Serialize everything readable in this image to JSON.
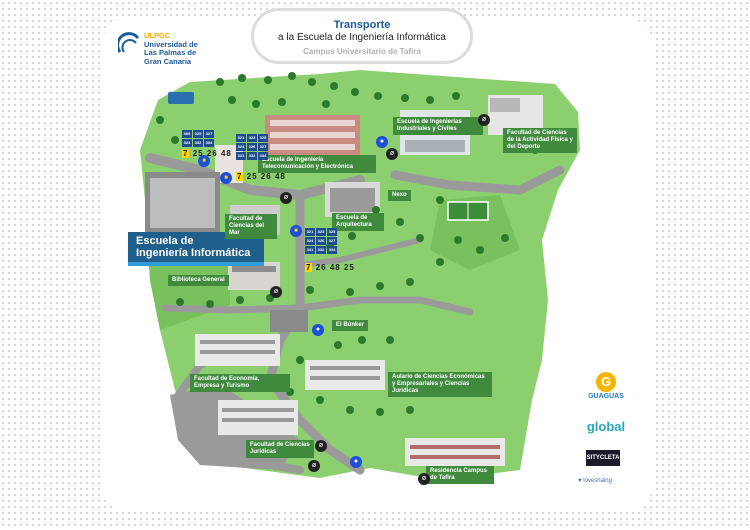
{
  "header": {
    "title": "Transporte",
    "subtitle": "a la Escuela de Ingeniería Informática",
    "campus": "Campus Universitario de Tafira"
  },
  "logo": {
    "acronym": "ULPGC",
    "line1": "Universidad de",
    "line2": "Las Palmas de",
    "line3": "Gran Canaria"
  },
  "main_building": {
    "line1": "Escuela de",
    "line2": "Ingeniería Informática"
  },
  "buildings": {
    "telecom": "Escuela de Ingeniería Telecomunicación y Electrónica",
    "industriales": "Escuela de Ingenierías Industriales y Civiles",
    "actividad_fisica": "Facultad de Ciencias de la Actividad Física y del Deporte",
    "nexo": "Nexo",
    "arquitectura": "Escuela de Arquitectura",
    "ciencias_mar": "Facultad de Ciencias del Mar",
    "biblioteca": "Biblioteca General",
    "bunker": "El Búnker",
    "economia": "Facultad de Economía, Empresa y Turismo",
    "aulario": "Aulario de Ciencias Económicas y Empresariales y Ciencias Jurídicas",
    "juridicas": "Facultad de Ciencias Jurídicas",
    "residencia": "Residencia Campus de Tafira"
  },
  "bus_stops": {
    "top_left_codes": [
      "306",
      "325",
      "327",
      "324",
      "332",
      "334"
    ],
    "top_left_lines": [
      "7",
      "25",
      "26",
      "48"
    ],
    "center_codes": [
      "321",
      "323",
      "325",
      "324",
      "326",
      "327",
      "331",
      "332",
      "334"
    ],
    "center_lines": [
      "7",
      "25",
      "26",
      "48"
    ],
    "right_codes": [
      "321",
      "323",
      "325",
      "324",
      "326",
      "327",
      "331",
      "332",
      "334"
    ],
    "right_lines": [
      "7",
      "26",
      "48",
      "25"
    ]
  },
  "partners": {
    "guaguas": "GUAGUAS",
    "guaguas_icon": "G",
    "global": "global",
    "sitycleta": "SITYCLETA",
    "loveshring": "loveshaing"
  },
  "colors": {
    "grass": "#8ccf6f",
    "grass_dark": "#3f8a3d",
    "road": "#9a9a9a",
    "label_green": "#3f8a3d",
    "main_blue": "#1f5f8b",
    "bus_blue": "#1e4d8f",
    "title_blue": "#1a5a98"
  }
}
